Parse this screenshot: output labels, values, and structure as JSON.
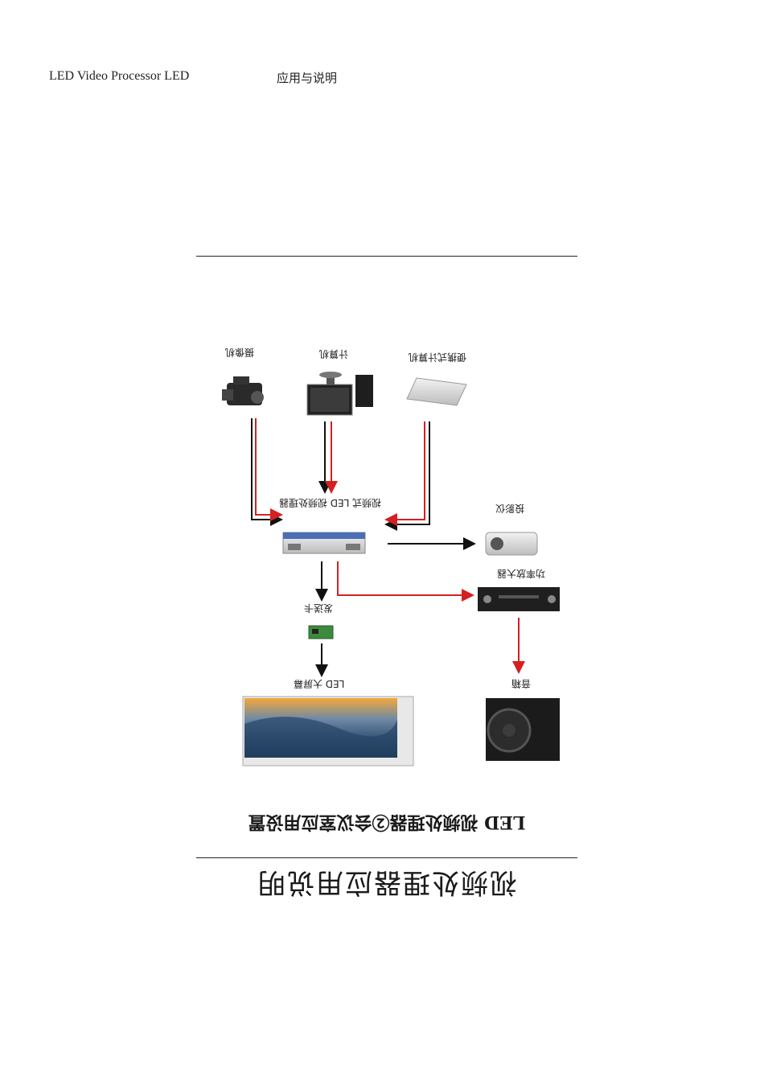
{
  "header": {
    "left_text": "LED Video Processor  LED",
    "right_text": "应用与说明"
  },
  "diagram": {
    "camera_label": "摄像机",
    "computer_label": "计算机",
    "laptop_label": "便携式计算机",
    "processor_label": "视频式 LED 视频处理器",
    "projector_label": "投影仪",
    "amplifier_label": "功率放大器",
    "card_label": "发送卡",
    "screen_label": "LED 大屏幕",
    "speaker_label": "音箱"
  },
  "caption": "LED 视频处理器②会议室应用设置",
  "title": "视频处理器应用说明",
  "colors": {
    "signal_video": "#111111",
    "signal_audio": "#d42020"
  }
}
